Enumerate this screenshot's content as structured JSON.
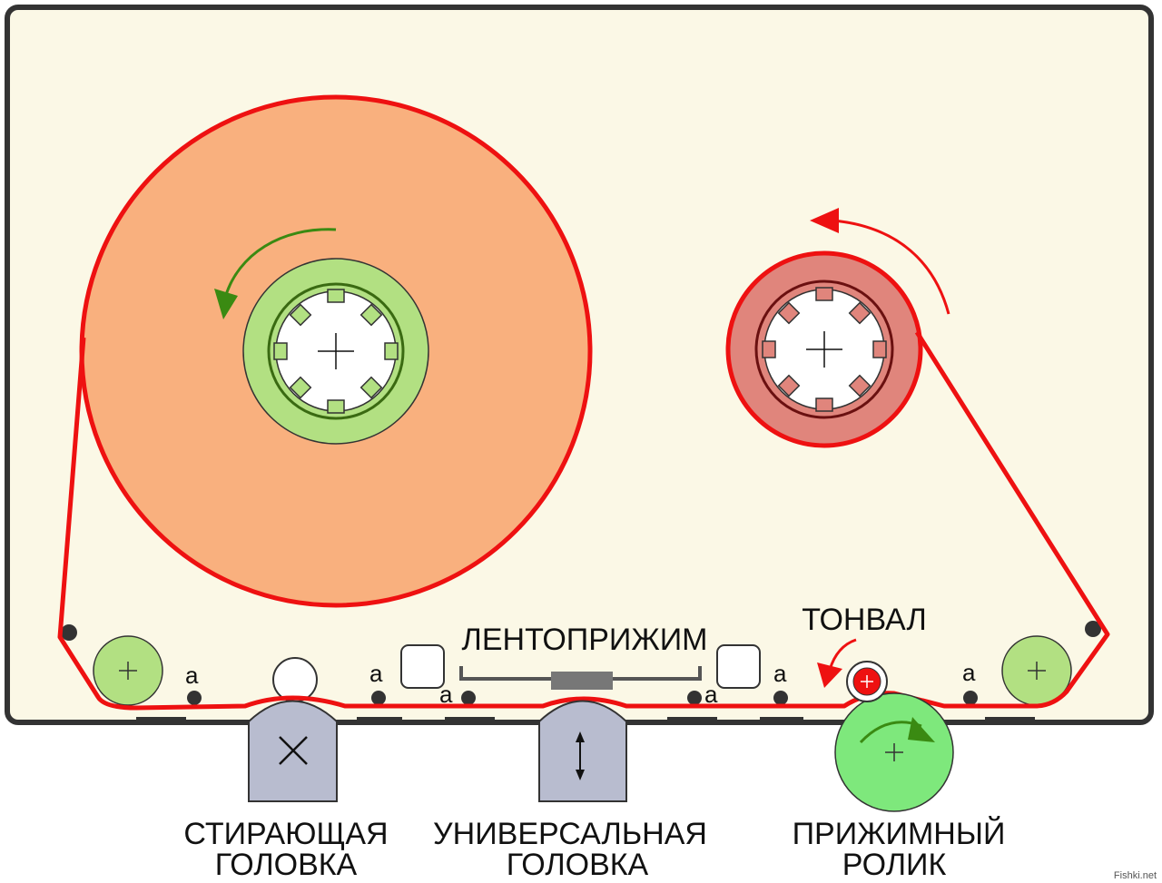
{
  "labels": {
    "pressure_pad": "ЛЕНТОПРИЖИМ",
    "capstan": "ТОНВАЛ",
    "erase_head_line1": "СТИРАЮЩАЯ",
    "erase_head_line2": "ГОЛОВКА",
    "universal_head_line1": "УНИВЕРСАЛЬНАЯ",
    "universal_head_line2": "ГОЛОВКА",
    "pinch_roller_line1": "ПРИЖИМНЫЙ",
    "pinch_roller_line2": "РОЛИК",
    "guide_marker": "a",
    "watermark": "Fishki.net"
  },
  "colors": {
    "cassette_body": "#fbf8e6",
    "cassette_border": "#333333",
    "tape": "#ee1111",
    "supply_reel": "#f9b07e",
    "takeup_reel": "#e0857c",
    "hub_green": "#b2e082",
    "head_fill": "#b8bccf",
    "pinch_roller": "#7ee87c",
    "arrow_green": "#3a8a12"
  },
  "icons": {
    "erase_symbol": "cross-icon",
    "universal_symbol": "double-arrow-icon",
    "rotation": "rotation-arrow-icon"
  }
}
